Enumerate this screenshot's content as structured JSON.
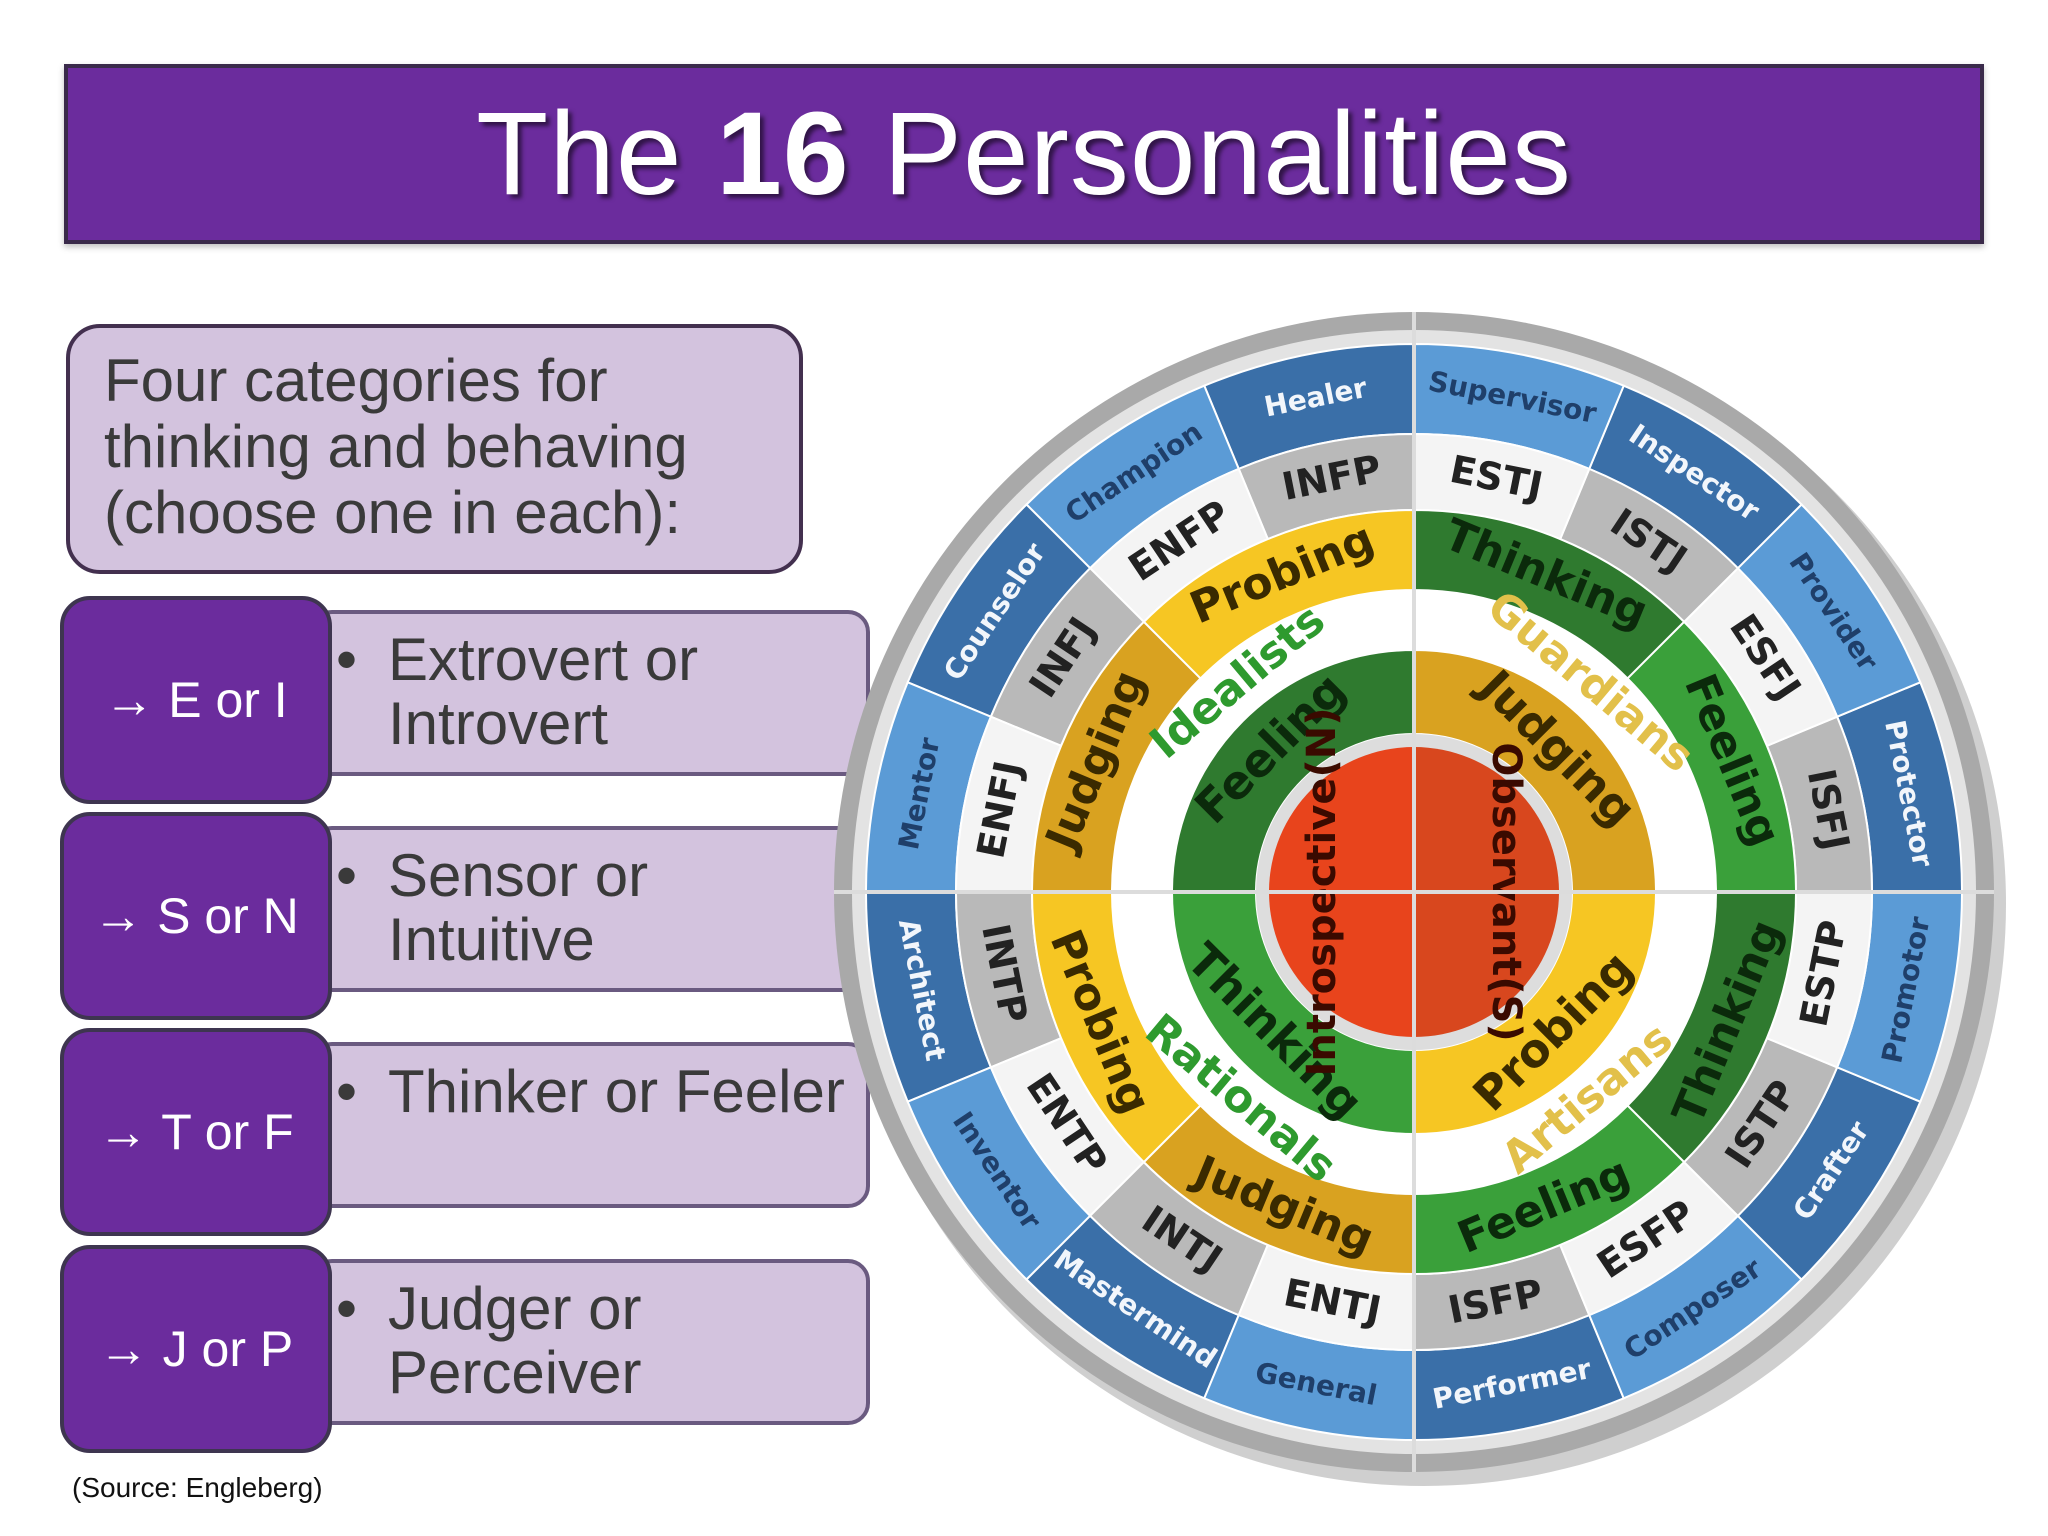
{
  "title": {
    "pre": "The ",
    "bold": "16",
    "post": " Personalities"
  },
  "intro": "Four categories for thinking and behaving (choose one in each):",
  "categories": [
    {
      "key": "→ E or I",
      "text": "Extrovert or Introvert"
    },
    {
      "key": "→ S or N",
      "text": "Sensor or Intuitive"
    },
    {
      "key": "→ T or F",
      "text": "Thinker or Feeler"
    },
    {
      "key": "→ J or P",
      "text": "Judger or Perceiver"
    }
  ],
  "source": "(Source: Engleberg)",
  "colors": {
    "banner": "#6b2c9d",
    "light_purple": "#d3c3de",
    "blue_outer": "#3a6fa8",
    "blue_light": "#5b9bd6",
    "gray": "#b9b9b9",
    "gold": "#d9a220",
    "yellow": "#f6c623",
    "dark_green": "#2f7a2f",
    "green": "#3aa03a",
    "red": "#e8441c"
  },
  "wheel": {
    "roles": [
      "Healer",
      "Champion",
      "Counselor",
      "Mentor",
      "Architect",
      "Inventor",
      "Mastermind",
      "General",
      "Performer",
      "Composer",
      "Crafter",
      "Promotor",
      "Protector",
      "Provider",
      "Inspector",
      "Supervisor"
    ],
    "types": [
      "INFP",
      "ENFP",
      "INFJ",
      "ENFJ",
      "INTP",
      "ENTP",
      "INTJ",
      "ENTJ",
      "ISFP",
      "ESFP",
      "ISTP",
      "ESTP",
      "ISFJ",
      "ESFJ",
      "ISTJ",
      "ESTJ"
    ],
    "ring_labels": [
      "Probing",
      "Judging",
      "Probing",
      "Judging",
      "Judging",
      "Probing",
      "Thinking",
      "Feeling",
      "Thinking",
      "Feeling"
    ],
    "temperaments": [
      "Idealists",
      "Rationals",
      "Guardians",
      "Artisans"
    ],
    "inner_labels": [
      "Feeling",
      "Thinking"
    ],
    "core": [
      "Introspective(N)",
      "Observant(S)"
    ]
  }
}
